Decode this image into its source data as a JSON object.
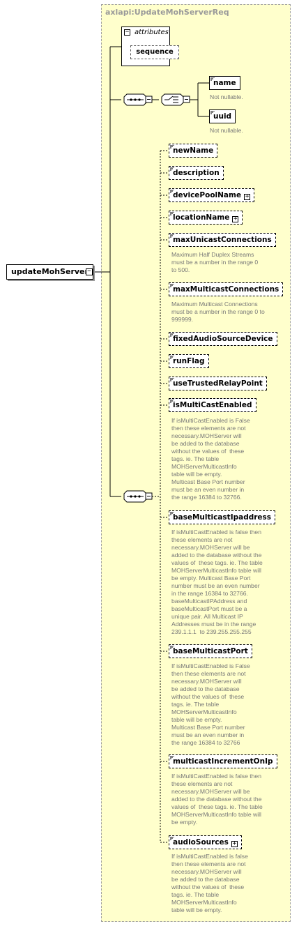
{
  "type_name": "axlapi:UpdateMohServerReq",
  "root_element": "updateMohServer",
  "attributes": {
    "label": "attributes",
    "sequence_label": "sequence"
  },
  "choice_elements": [
    {
      "name": "name",
      "note": "Not nullable."
    },
    {
      "name": "uuid",
      "note": "Not nullable."
    }
  ],
  "elements": [
    {
      "name": "newName"
    },
    {
      "name": "description"
    },
    {
      "name": "devicePoolName",
      "expandable": true
    },
    {
      "name": "locationName",
      "expandable": true
    },
    {
      "name": "maxUnicastConnections",
      "doc": "Maximum Half Duplex Streams\nmust be a number in the range 0\nto 500."
    },
    {
      "name": "maxMulticastConnections",
      "doc": "Maximum Multicast Connections\nmust be a number in the range 0 to\n999999."
    },
    {
      "name": "fixedAudioSourceDevice"
    },
    {
      "name": "runFlag"
    },
    {
      "name": "useTrustedRelayPoint"
    },
    {
      "name": "isMultiCastEnabled",
      "doc": "If isMultiCastEnabled is False\nthen these elements are not\nnecessary.MOHServer will\nbe added to the database\nwithout the values of  these\ntags. ie. The table\nMOHServerMulticastInfo\ntable will be empty.\nMulticast Base Port number\nmust be an even number in\nthe range 16384 to 32766."
    },
    {
      "name": "baseMulticastIpaddress",
      "doc": "If isMultiCastEnabled is false then\nthese elements are not\nnecessary.MOHServer will be\nadded to the database without the\nvalues of  these tags. ie. The table\nMOHServerMulticastInfo table will\nbe empty. Multicast Base Port\nnumber must be an even number\nin the range 16384 to 32766.\nbaseMulticastIPAddress and\nbaseMulticastPort must be a\nunique pair. All Multicast IP\nAddresses must be in the range\n239.1.1.1  to 239.255.255.255"
    },
    {
      "name": "baseMulticastPort",
      "doc": "If isMultiCastEnabled is False\nthen these elements are not\nnecessary.MOHServer will\nbe added to the database\nwithout the values of  these\ntags. ie. The table\nMOHServerMulticastInfo\ntable will be empty.\nMulticast Base Port number\nmust be an even number in\nthe range 16384 to 32766"
    },
    {
      "name": "multicastIncrementOnIp",
      "doc": "If isMultiCastEnabled is false then\nthese elements are not\nnecessary.MOHServer will be\nadded to the database without the\nvalues of  these tags. ie. The table\nMOHServerMulticastInfo table will\nbe empty."
    },
    {
      "name": "audioSources",
      "expandable": true,
      "doc": "If isMultiCastEnabled is false\nthen these elements are not\nnecessary.MOHServer will\nbe added to the database\nwithout the values of  these\ntags. ie. The table\nMOHServerMulticastInfo\ntable will be empty."
    }
  ]
}
